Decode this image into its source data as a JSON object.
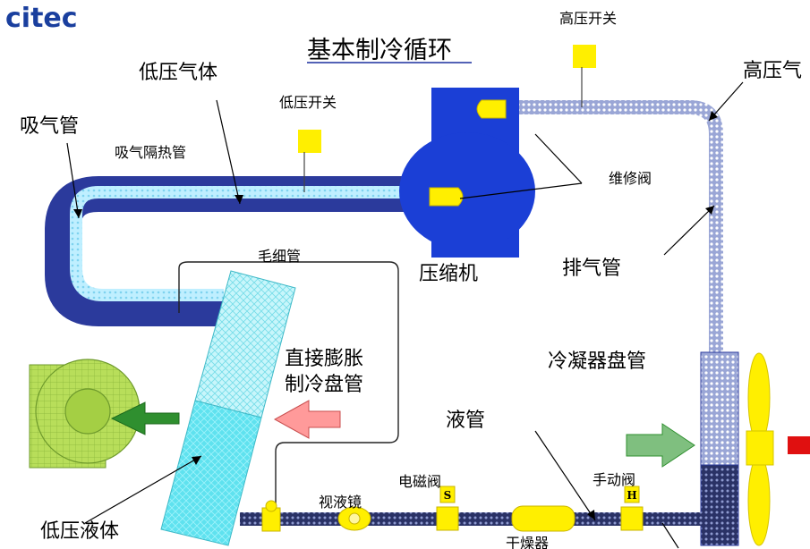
{
  "logo": {
    "text": "citec",
    "color": "#1a3f9e"
  },
  "title": "基本制冷循环",
  "labels": {
    "low_pressure_gas": "低压气体",
    "suction_pipe": "吸气管",
    "suction_insulation": "吸气隔热管",
    "low_pressure_switch": "低压开关",
    "high_pressure_switch": "高压开关",
    "high_pressure_gas": "高压气",
    "service_valve": "维修阀",
    "compressor": "压缩机",
    "discharge_pipe": "排气管",
    "capillary": "毛细管",
    "evaporator_line1": "直接膨胀",
    "evaporator_line2": "制冷盘管",
    "condenser_coil": "冷凝器盘管",
    "liquid_pipe": "液管",
    "solenoid_valve": "电磁阀",
    "manual_valve": "手动阀",
    "sight_glass": "视液镜",
    "dryer": "干燥器",
    "low_pressure_liquid": "低压液体"
  },
  "valve_marks": {
    "solenoid": "S",
    "manual": "H"
  },
  "colors": {
    "suction_outer": "#2b3a9c",
    "suction_inner": "#bfefff",
    "compressor": "#1b3fd6",
    "yellow": "#ffef00",
    "evaporator": "#5fe2ef",
    "discharge": "#bcc6ee",
    "condenser": "#c9d3f3",
    "condenser_dark": "#3c4785",
    "fan_green": "#b8de5a",
    "arrow_green": "#2f8f2f",
    "arrow_pink": "#ff9a9a",
    "red": "#e01010"
  }
}
